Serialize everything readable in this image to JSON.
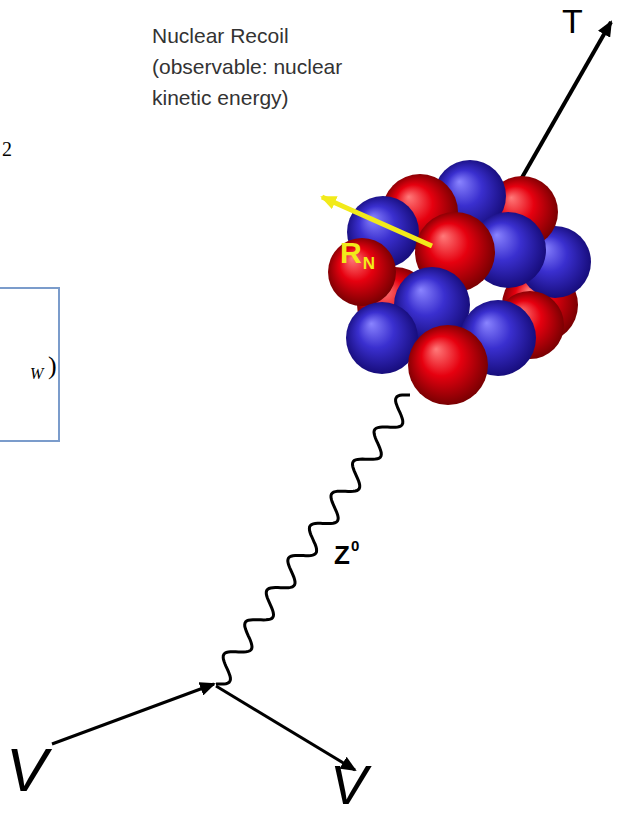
{
  "diagram": {
    "nodes": [
      {
        "text": [
          "W",
          ")"
        ]
      }
    ],
    "labels": [
      "2",
      "Nuclear Recoil (observable: nuclear kinetic energy)",
      "R",
      "N",
      "T",
      "Z",
      "0",
      "V",
      "V"
    ]
  }
}
